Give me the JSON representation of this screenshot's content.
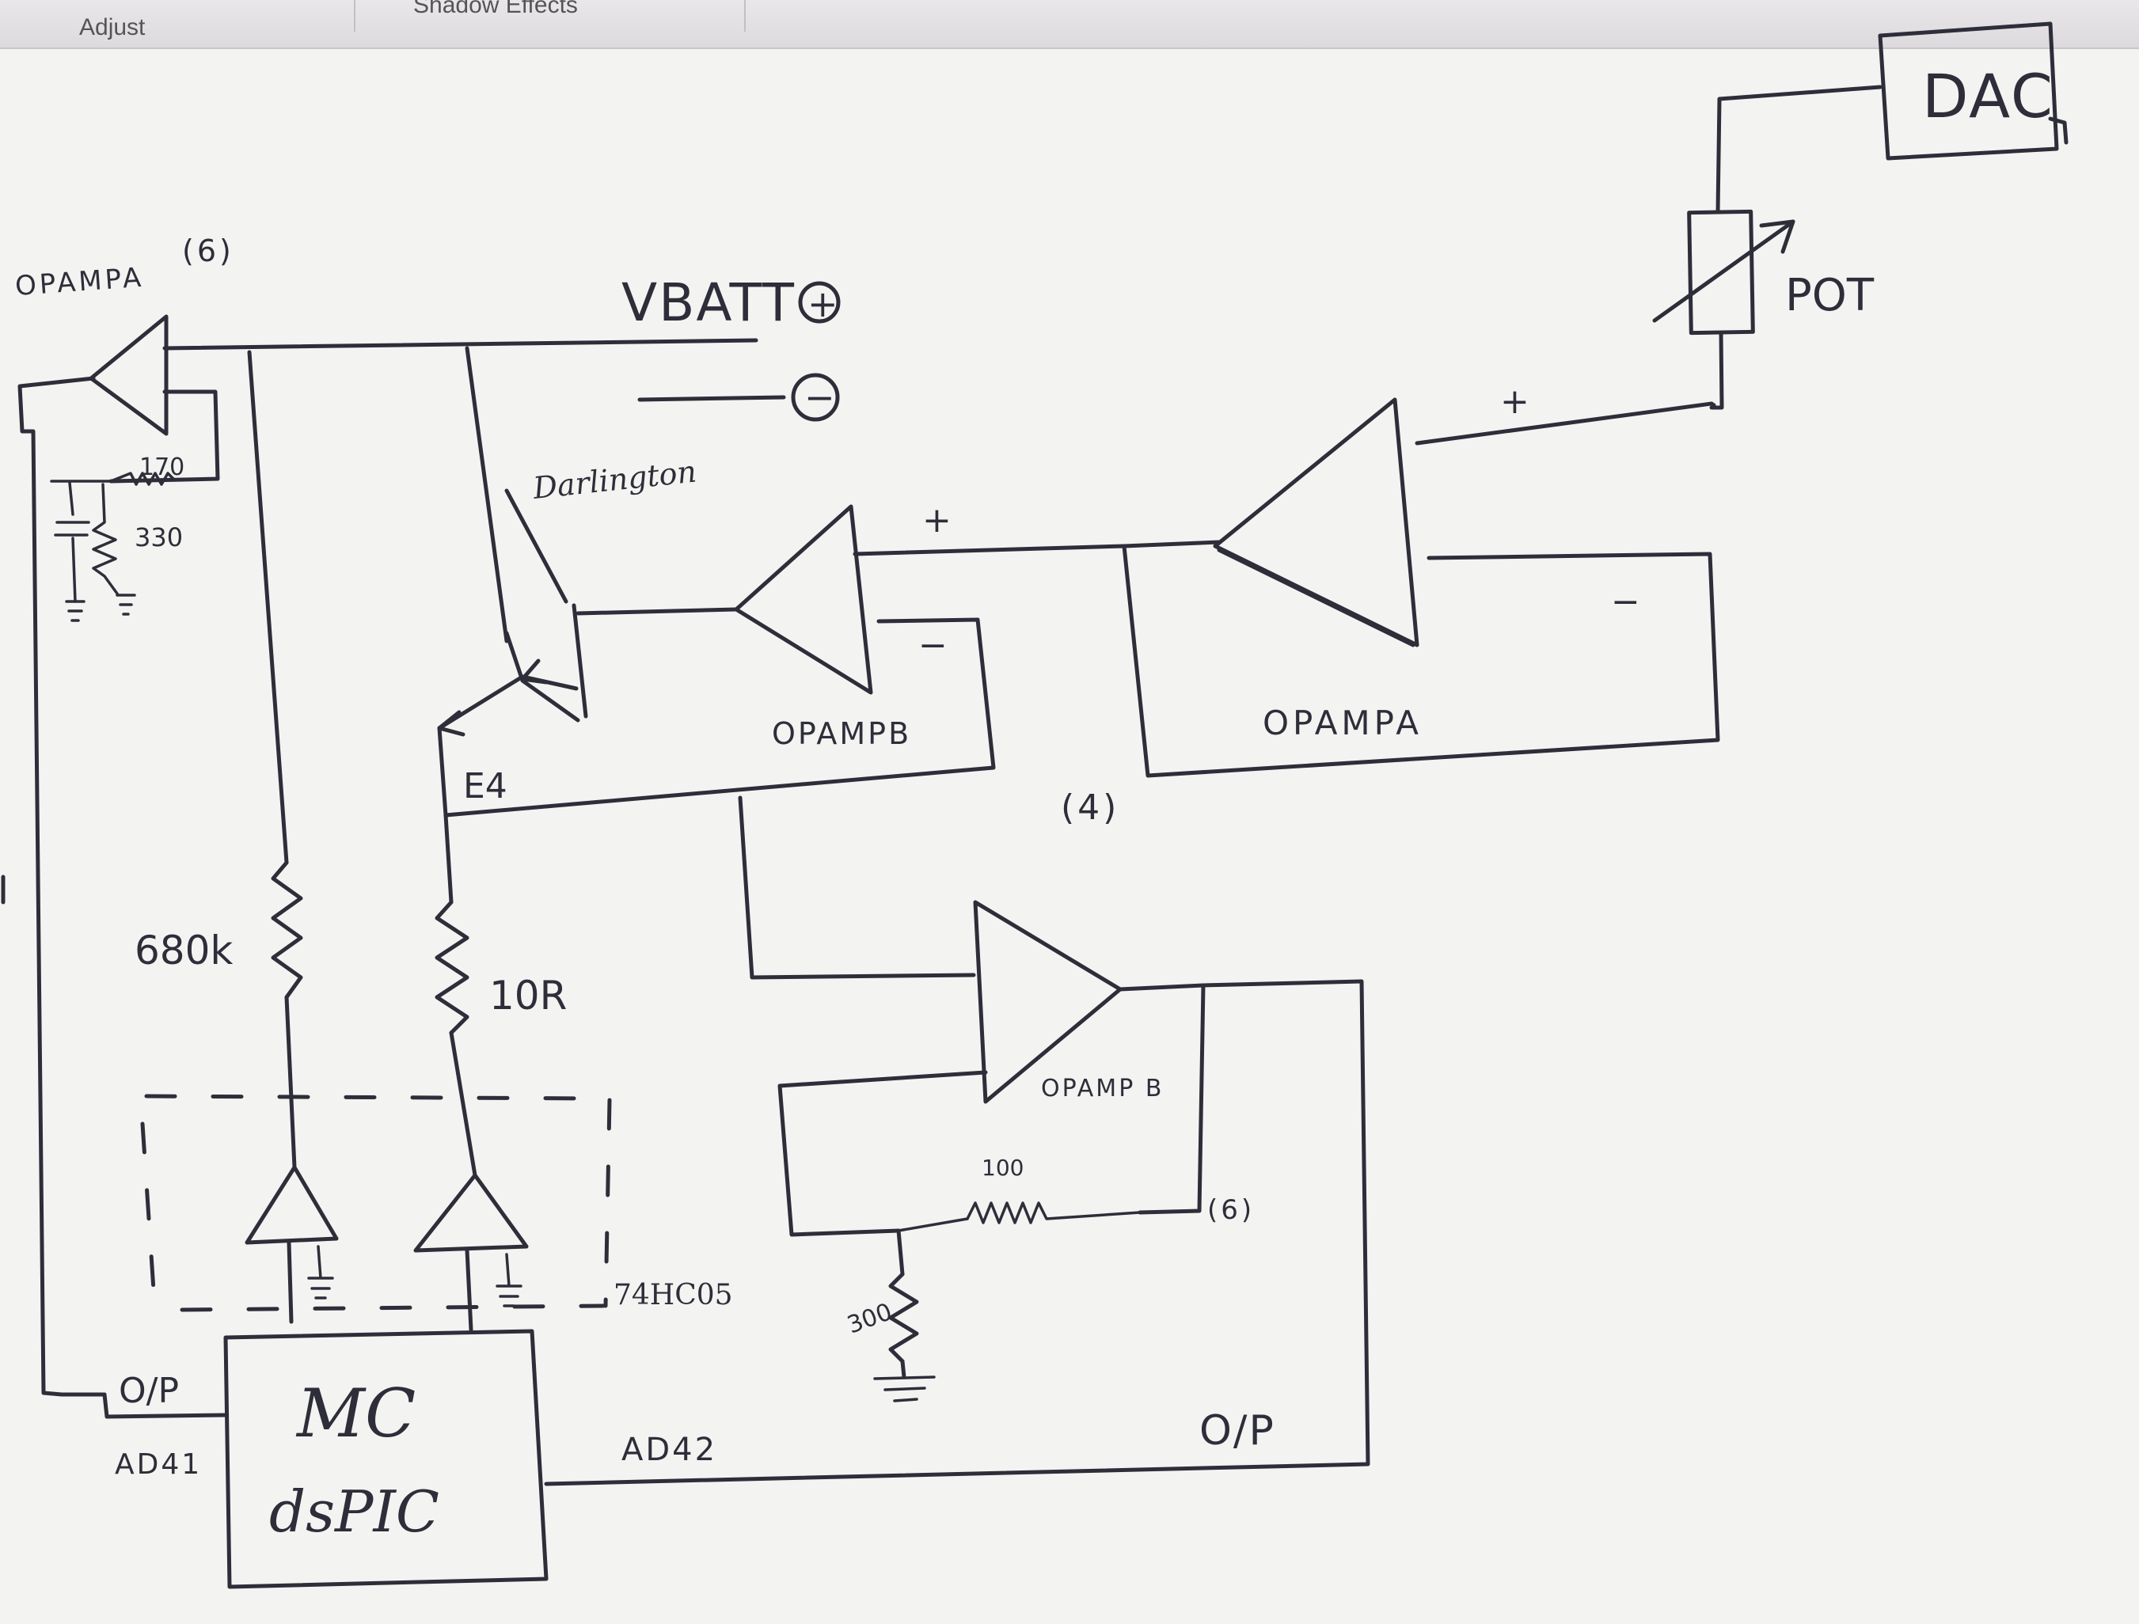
{
  "toolbar": {
    "tab_adjust": "Adjust",
    "tab_shadow_effects": "Shadow Effects"
  },
  "diagram": {
    "labels": {
      "opampa_top_left": "OPAMPA",
      "opampa_top_left_count": "(6)",
      "vbatt": "VBATT",
      "plus_symbol": "+",
      "minus_symbol": "−",
      "r170": "170",
      "r330": "330",
      "darlington": "Darlington",
      "opampb_mid": "OPAMPB",
      "opampa_right": "OPAMPA",
      "count_4": "(4)",
      "e4": "E4",
      "r680k": "680k",
      "r10r": "10R",
      "opampb_low": "OPAMP B",
      "r100": "100",
      "count_6_low": "(6)",
      "r300": "300",
      "ic_74hc": "74HC05",
      "mc_line1": "MC",
      "mc_line2": "dsPIC",
      "op_left": "O/P",
      "ad41": "AD41",
      "ad42": "AD42",
      "op_right": "O/P",
      "pot": "POT",
      "dac": "DAC",
      "plus_opampb": "+",
      "minus_opampb": "−",
      "plus_opampa": "+",
      "minus_opampa": "−"
    }
  }
}
